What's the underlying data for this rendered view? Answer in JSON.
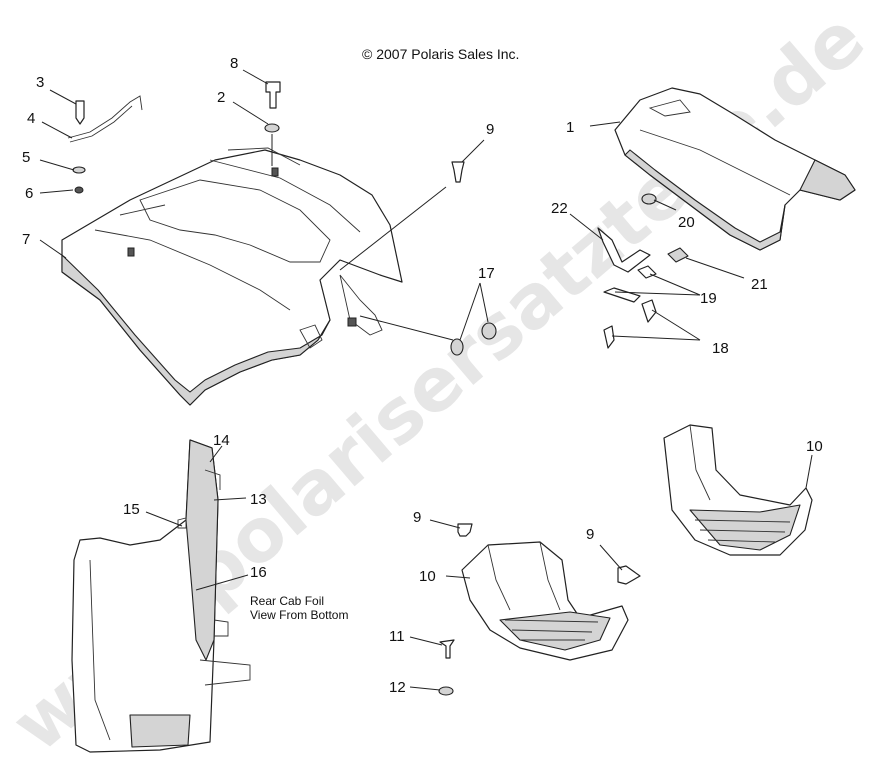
{
  "copyright": "© 2007 Polaris Sales Inc.",
  "watermark": "www.polarisersatzteile.de",
  "note": {
    "line1": "Rear Cab Foil",
    "line2": "View From Bottom"
  },
  "callouts": {
    "c1": "1",
    "c2": "2",
    "c3": "3",
    "c4": "4",
    "c5": "5",
    "c6": "6",
    "c7": "7",
    "c8": "8",
    "c9a": "9",
    "c9b": "9",
    "c9c": "9",
    "c10a": "10",
    "c10b": "10",
    "c11": "11",
    "c12": "12",
    "c13": "13",
    "c14": "14",
    "c15": "15",
    "c16": "16",
    "c17": "17",
    "c18": "18",
    "c19": "19",
    "c20": "20",
    "c21": "21",
    "c22": "22"
  }
}
